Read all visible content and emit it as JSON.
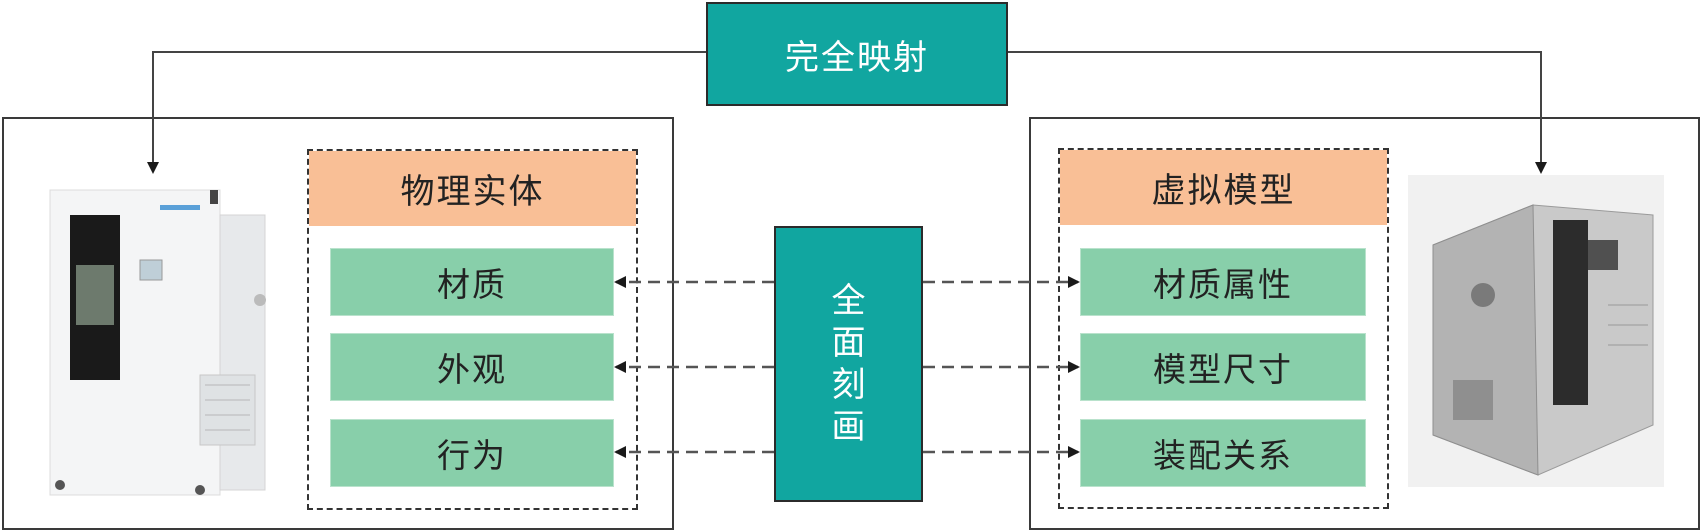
{
  "diagram": {
    "top_label": "完全映射",
    "center_label": [
      "全",
      "面",
      "刻",
      "画"
    ],
    "physical": {
      "header": "物理实体",
      "items": [
        "材质",
        "外观",
        "行为"
      ]
    },
    "virtual": {
      "header": "虚拟模型",
      "items": [
        "材质属性",
        "模型尺寸",
        "装配关系"
      ]
    }
  },
  "colors": {
    "teal": "#11a6a0",
    "header_orange": "#f9bf96",
    "item_green": "#88cfaa"
  }
}
